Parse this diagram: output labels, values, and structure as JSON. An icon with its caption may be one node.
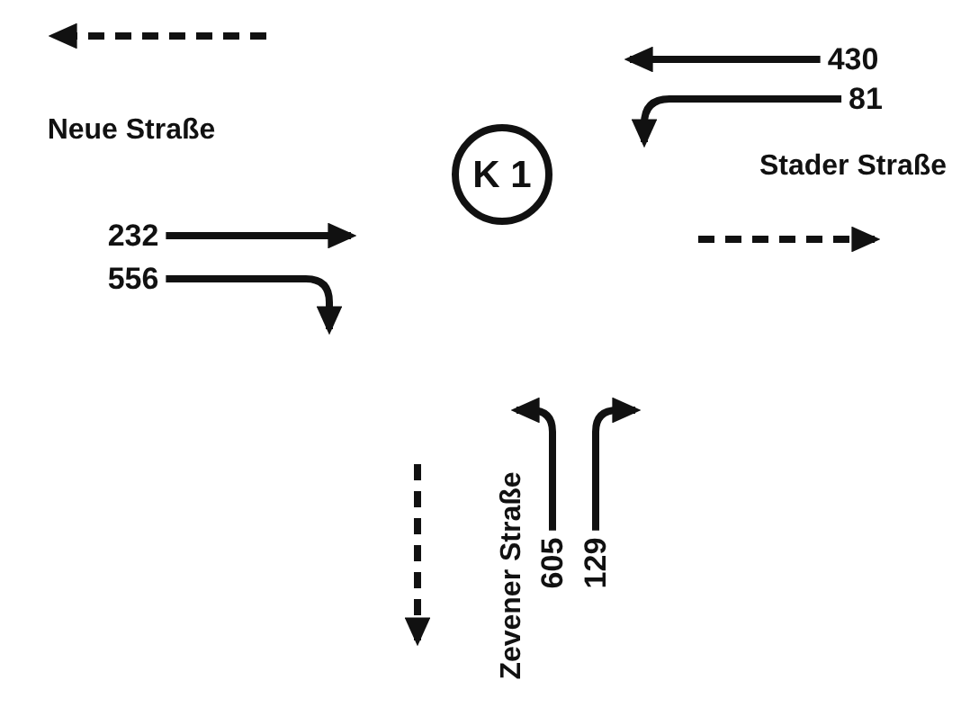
{
  "diagram": {
    "nodes": [
      {
        "text": [
          "K 1"
        ]
      },
      {
        "text": [
          "430"
        ]
      },
      {
        "text": [
          "81"
        ]
      },
      {
        "text": [
          "232"
        ]
      },
      {
        "text": [
          "556"
        ]
      },
      {
        "text": [
          "605"
        ]
      },
      {
        "text": [
          "129"
        ]
      }
    ],
    "edges": [
      {
        "from": 1,
        "to": null,
        "arrow": "to"
      },
      {
        "from": 2,
        "to": null,
        "arrow": "to"
      },
      {
        "from": 3,
        "to": null,
        "arrow": "to"
      },
      {
        "from": 4,
        "to": null,
        "arrow": "to"
      },
      {
        "from": 5,
        "to": null,
        "arrow": "to"
      },
      {
        "from": 6,
        "to": null,
        "arrow": "to"
      }
    ],
    "labels": [
      "Neue Straße",
      "Stader Straße",
      "Zevener Straße"
    ]
  }
}
